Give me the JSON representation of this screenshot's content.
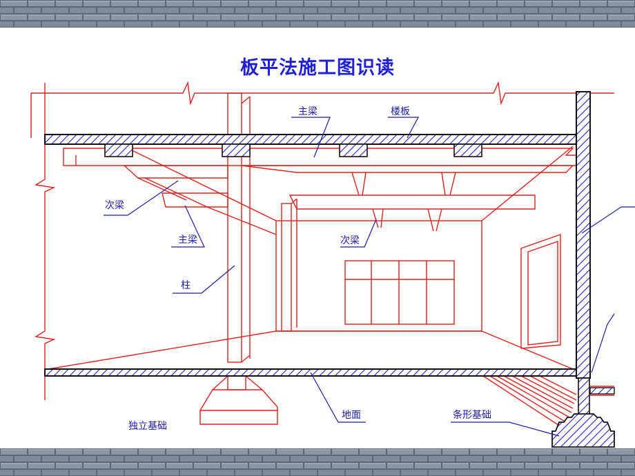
{
  "title": "板平法施工图识读",
  "labels": {
    "main_beam_top": "主梁",
    "floor_slab": "楼板",
    "secondary_beam_left": "次梁",
    "main_beam_left": "主梁",
    "secondary_beam_center": "次梁",
    "column": "柱",
    "ground": "地面",
    "isolated_footing": "独立基础",
    "strip_footing": "条形基础"
  },
  "colors": {
    "structure_line": "#e0201c",
    "hatch_blue": "#2020c8",
    "label_text": "#1a1aa8",
    "title_text": "#1f1fd6",
    "brick_mortar": "#5a6777",
    "brick_face": "#8b96a6"
  }
}
